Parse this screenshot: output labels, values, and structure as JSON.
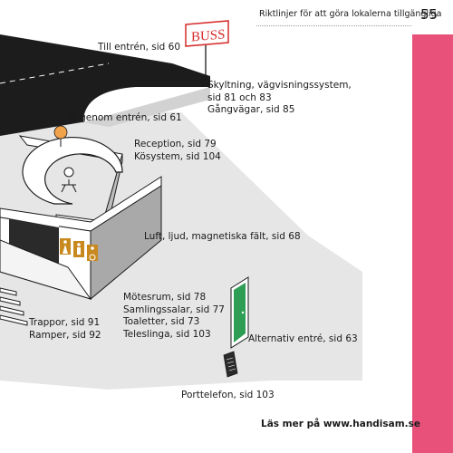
{
  "header": {
    "title": "Riktlinjer för att göra lokalerna tillgängliga",
    "page_number": "55"
  },
  "sign": {
    "text": "BUSS"
  },
  "labels": {
    "entrance": "Till entrén, sid 60",
    "signage": [
      "Skyltning, vägvisningssystem,",
      "sid 81 och 83",
      "Gångvägar, sid 85"
    ],
    "through_entrance": "In genom entrén, sid 61",
    "reception": [
      "Reception, sid 79",
      "Kösystem, sid 104"
    ],
    "air": "Luft, ljud, magnetiska fält, sid 68",
    "meeting": [
      "Mötesrum, sid 78",
      "Samlingssalar, sid 77",
      "Toaletter, sid 73",
      "Teleslinga, sid 103"
    ],
    "stairs": [
      "Trappor, sid 91",
      "Ramper, sid 92"
    ],
    "alt_entrance": "Alternativ entré, sid 63",
    "door_phone": "Porttelefon, sid 103"
  },
  "footer": {
    "link": "Läs mer på www.handisam.se"
  },
  "colors": {
    "accent_pink": "#e8517a",
    "road": "#1c1c1c",
    "floor": "#e6e6e6",
    "wall": "#ffffff",
    "wall_shadow": "#bdbdbd",
    "door_green": "#2f9e55",
    "lamp_orange": "#f2a24a",
    "sign_red": "#d62b2b",
    "toilet_sign": "#c8891e"
  }
}
